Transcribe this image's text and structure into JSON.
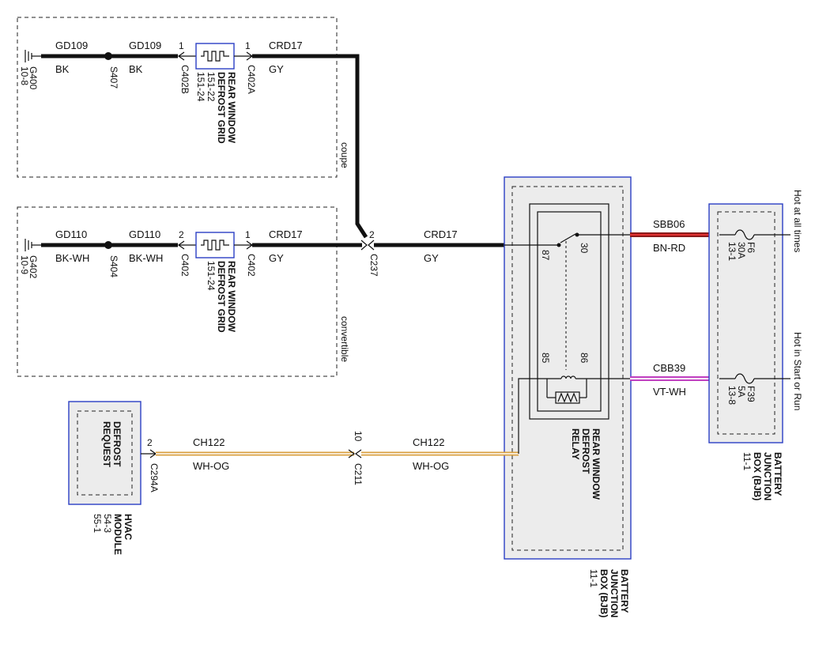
{
  "colors": {
    "wire_black": "#111111",
    "wire_bn_rd_a": "#8b1a1a",
    "wire_bn_rd_b": "#e03030",
    "wire_vt_wh": "#c040c0",
    "wire_wh_og": "#d9a040",
    "module_fill": "#ececec",
    "module_border": "#2a3fc4"
  },
  "zones": {
    "coupe": "coupe",
    "convertible": "convertible"
  },
  "top_circuit": {
    "ground_loc": "G400",
    "ground_page": "10-8",
    "wire1_name": "GD109",
    "wire1_color": "BK",
    "splice": "S407",
    "wire2_name": "GD109",
    "wire2_color": "BK",
    "conn_left": "C402B",
    "conn_left_pin": "1",
    "conn_right": "C402A",
    "conn_right_pin": "1",
    "grid_line1": "REAR WINDOW",
    "grid_line2": "DEFROST GRID",
    "grid_ref1": "151-22",
    "grid_ref2": "151-24",
    "wire3_name": "CRD17",
    "wire3_color": "GY"
  },
  "bottom_circuit": {
    "ground_loc": "G402",
    "ground_page": "10-9",
    "wire1_name": "GD110",
    "wire1_color": "BK-WH",
    "splice": "S404",
    "wire2_name": "GD110",
    "wire2_color": "BK-WH",
    "conn_left": "C402",
    "conn_left_pin": "2",
    "conn_right": "C402",
    "conn_right_pin": "1",
    "grid_line1": "REAR WINDOW",
    "grid_line2": "DEFROST GRID",
    "grid_ref1": "151-24",
    "wire3_name": "CRD17",
    "wire3_color": "GY"
  },
  "c237": {
    "label": "C237",
    "pin": "2",
    "wire_name": "CRD17",
    "wire_color": "GY"
  },
  "relay": {
    "line1": "REAR WINDOW",
    "line2": "DEFROST",
    "line3": "RELAY",
    "pin30": "30",
    "pin87": "87",
    "pin85": "85",
    "pin86": "86"
  },
  "bjb_center": {
    "line1": "BATTERY",
    "line2": "JUNCTION",
    "line3": "BOX (BJB)",
    "line4": "11-1"
  },
  "bjb_right": {
    "line1": "BATTERY",
    "line2": "JUNCTION",
    "line3": "BOX (BJB)",
    "line4": "11-1",
    "f6_name": "F6",
    "f6_amp": "30A",
    "f6_ref": "13-1",
    "f39_name": "F39",
    "f39_amp": "5A",
    "f39_ref": "13-8",
    "hot1": "Hot at all times",
    "hot2": "Hot in Start or Run"
  },
  "power_wires": {
    "sbb_name": "SBB06",
    "sbb_color": "BN-RD",
    "cbb_name": "CBB39",
    "cbb_color": "VT-WH"
  },
  "hvac": {
    "label1": "DEFROST",
    "label2": "REQUEST",
    "pin": "2",
    "conn": "C294A",
    "mod1": "HVAC",
    "mod2": "MODULE",
    "mod3": "54-3",
    "mod4": "55-1",
    "wire1_name": "CH122",
    "wire1_color": "WH-OG",
    "c211": "C211",
    "c211_pin": "10",
    "wire2_name": "CH122",
    "wire2_color": "WH-OG"
  }
}
